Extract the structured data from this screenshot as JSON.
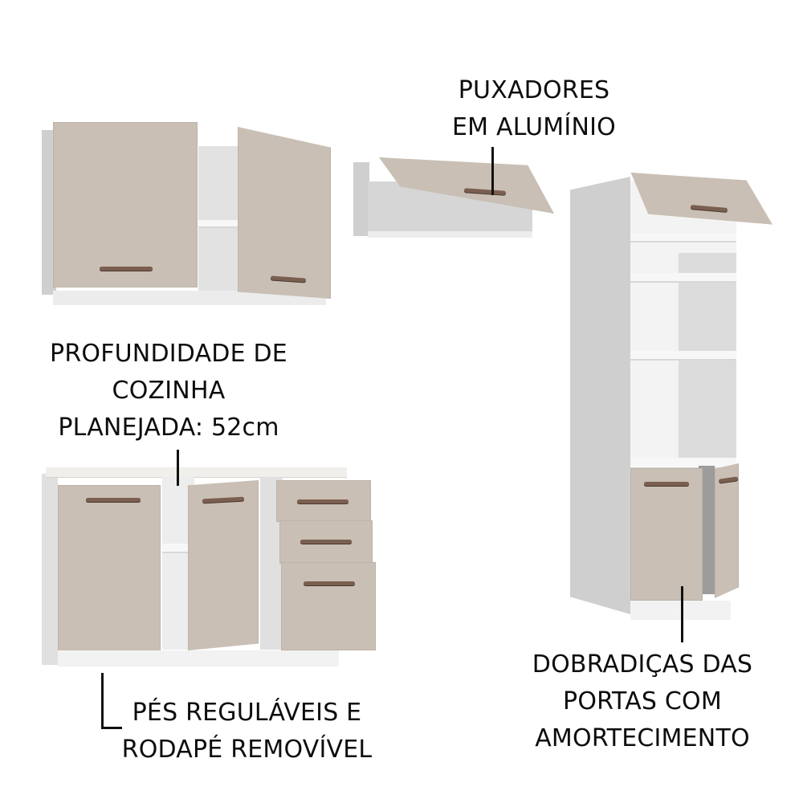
{
  "annotations": {
    "handles": {
      "line1": "PUXADORES",
      "line2": "EM ALUMÍNIO"
    },
    "depth": {
      "line1": "PROFUNDIDADE DE",
      "line2": "COZINHA",
      "line3": "PLANEJADA: 52cm"
    },
    "hinges": {
      "line1": "DOBRADIÇAS DAS",
      "line2": "PORTAS COM",
      "line3": "AMORTECIMENTO"
    },
    "feet": {
      "line1": "PÉS REGULÁVEIS E",
      "line2": "RODAPÉ REMOVÍVEL"
    }
  },
  "colors": {
    "door_finish": "#c9bfb4",
    "carcass": "#e4e4e4",
    "handle": "#7a5f50",
    "text": "#0d0d0d",
    "background": "#ffffff"
  },
  "products": [
    {
      "name": "wall-cabinet-2-doors",
      "doors": 2,
      "shelves": 1
    },
    {
      "name": "wall-cabinet-flip-up",
      "doors": 1,
      "opening": "flip-up"
    },
    {
      "name": "tower-cabinet-oven",
      "doors": 3,
      "niches": 3
    },
    {
      "name": "base-cabinet",
      "doors": 2,
      "drawers": 3
    }
  ]
}
